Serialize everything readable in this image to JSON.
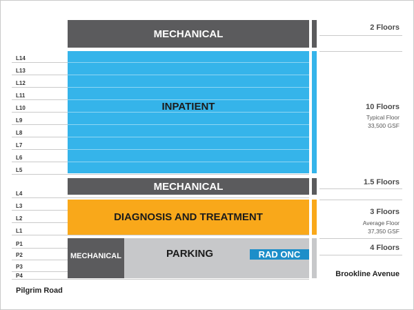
{
  "colors": {
    "mechanical": "#5b5b5d",
    "inpatient": "#35b4ea",
    "diagnosis": "#f9a81a",
    "parking": "#c7c8ca",
    "rad_onc": "#1d8ec9",
    "gridline": "#c9c9c9",
    "text_dark": "#222222"
  },
  "blocks": {
    "mechanical_top": "MECHANICAL",
    "inpatient": "INPATIENT",
    "mechanical_mid": "MECHANICAL",
    "diagnosis": "DIAGNOSIS AND TREATMENT",
    "mechanical_parking": "MECHANICAL",
    "parking": "PARKING",
    "rad_onc": "RAD ONC"
  },
  "floor_labels": {
    "L14": "L14",
    "L13": "L13",
    "L12": "L12",
    "L11": "L11",
    "L10": "L10",
    "L9": "L9",
    "L8": "L8",
    "L7": "L7",
    "L6": "L6",
    "L5": "L5",
    "L4": "L4",
    "L3": "L3",
    "L2": "L2",
    "L1": "L1",
    "P1": "P1",
    "P2": "P2",
    "P3": "P3",
    "P4": "P4"
  },
  "right_annotations": {
    "mechanical_top": {
      "count": "2 Floors"
    },
    "inpatient": {
      "count": "10 Floors",
      "sub1": "Typical Floor",
      "sub2": "33,500 GSF"
    },
    "mechanical_mid": {
      "count": "1.5 Floors"
    },
    "diagnosis": {
      "count": "3 Floors",
      "sub1": "Average Floor",
      "sub2": "37,350 GSF"
    },
    "parking": {
      "count": "4 Floors"
    }
  },
  "streets": {
    "left": "Pilgrim Road",
    "right": "Brookline Avenue"
  }
}
